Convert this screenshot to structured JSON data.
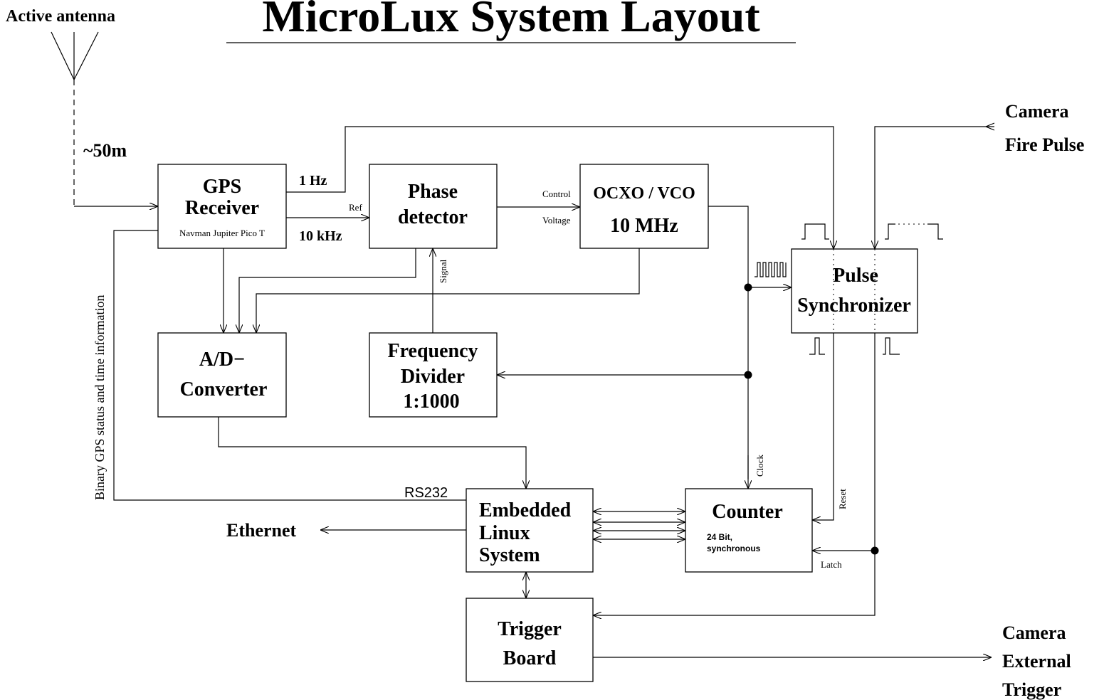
{
  "title": "MicroLux System Layout",
  "antenna": {
    "label": "Active antenna",
    "cable": "~50m"
  },
  "blocks": {
    "gps": {
      "line1": "GPS",
      "line2": "Receiver",
      "model": "Navman Jupiter Pico T"
    },
    "phase": {
      "line1": "Phase",
      "line2": "detector"
    },
    "ocxo": {
      "line1": "OCXO / VCO",
      "line2": "10 MHz"
    },
    "pulse_sync": {
      "line1": "Pulse",
      "line2": "Synchronizer"
    },
    "adc": {
      "line1": "A/D−",
      "line2": "Converter"
    },
    "divider": {
      "line1": "Frequency",
      "line2": "Divider",
      "line3": "1:1000"
    },
    "embedded": {
      "line1": "Embedded",
      "line2": "Linux",
      "line3": "System"
    },
    "counter": {
      "line1": "Counter",
      "sub1": "24 Bit,",
      "sub2": "synchronous"
    },
    "trigger": {
      "line1": "Trigger",
      "line2": "Board"
    }
  },
  "signals": {
    "hz1": "1 Hz",
    "khz10": "10 kHz",
    "ref": "Ref",
    "control": "Control",
    "voltage": "Voltage",
    "signal": "Signal",
    "clock": "Clock",
    "reset": "Reset",
    "latch": "Latch",
    "rs232": "RS232",
    "binary_gps": "Binary GPS status and time information"
  },
  "external": {
    "ethernet": "Ethernet",
    "fire1": "Camera",
    "fire2": "Fire Pulse",
    "ext1": "Camera",
    "ext2": "External",
    "ext3": "Trigger"
  }
}
